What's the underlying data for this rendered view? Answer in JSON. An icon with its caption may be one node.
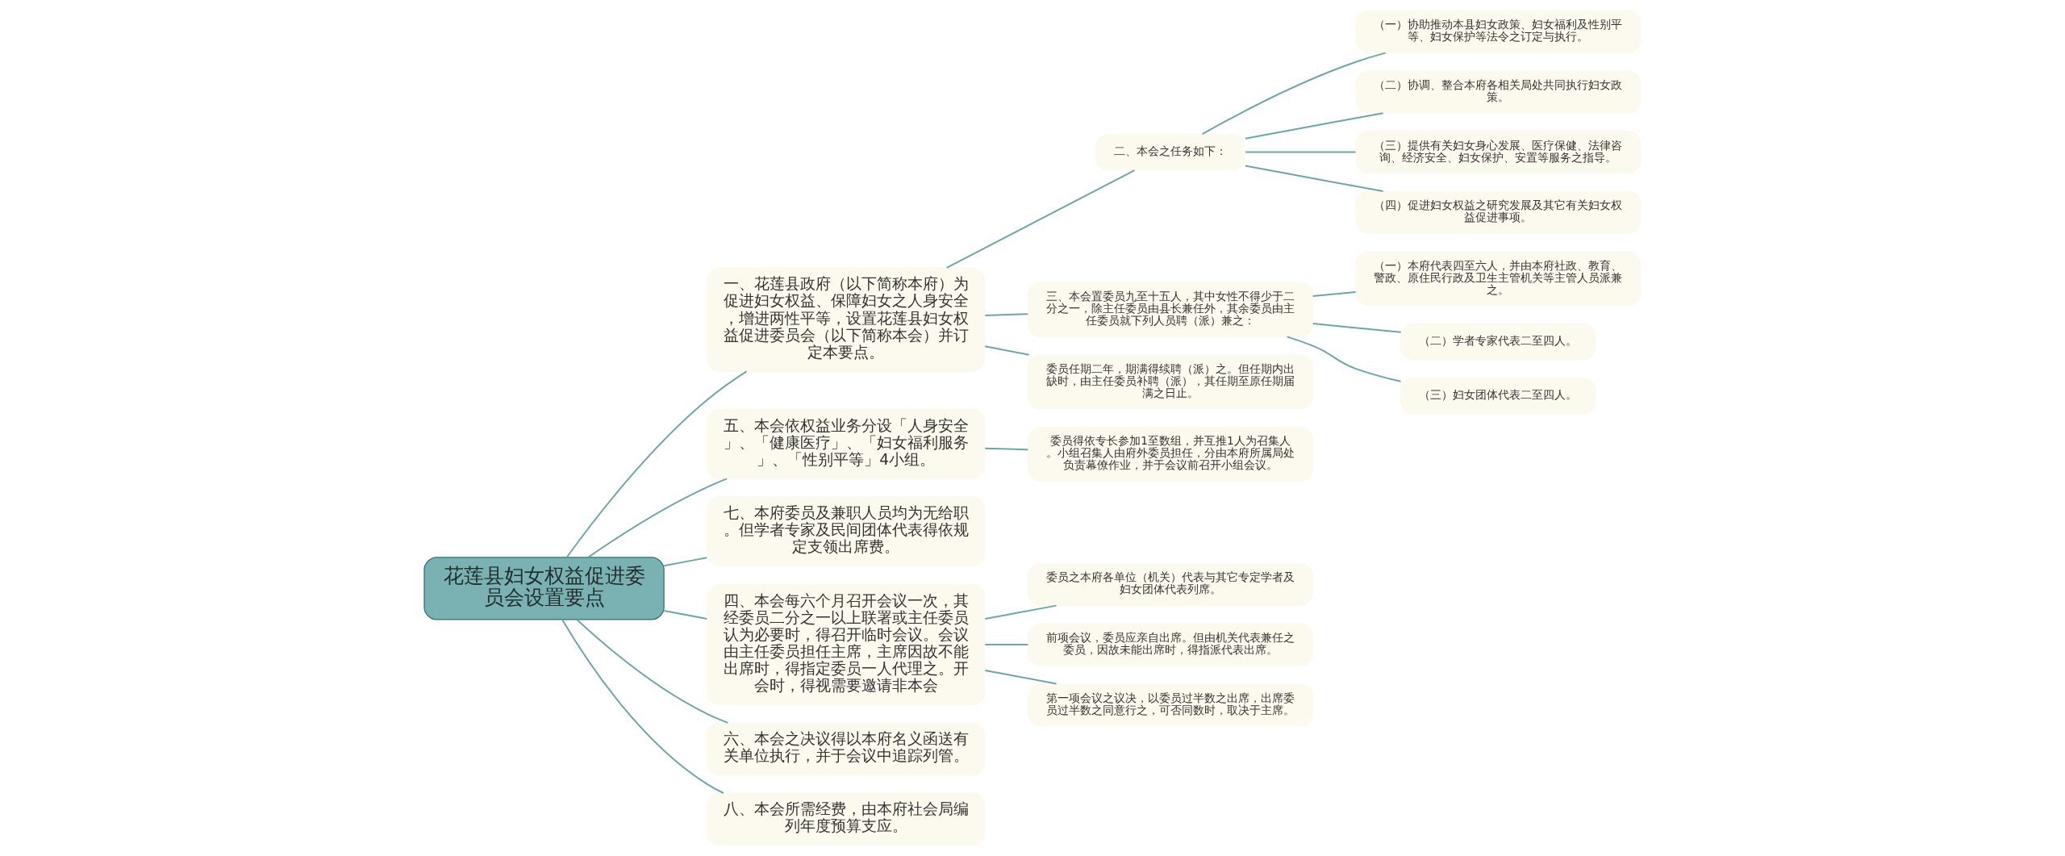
{
  "diagram": {
    "nodes": [
      {
        "text": [
          "花莲县妇女权益促进委员会设置要点"
        ]
      },
      {
        "text": [
          "一、花莲县政府（以下简称本府）为促进妇女权益、保障妇女之人身安全，增进两性平等，设置花莲县妇女权益促进委员会（以下简称本会）并订定本要点。"
        ]
      },
      {
        "text": [
          "二、本会之任务如下："
        ]
      },
      {
        "text": [
          "（一）协助推动本县妇女政策、妇女福利及性别平等、妇女保护等法令之订定与执行。"
        ]
      },
      {
        "text": [
          "（二）协调、整合本府各相关局处共同执行妇女政策。"
        ]
      },
      {
        "text": [
          "（三）提供有关妇女身心发展、医疗保健、法律咨询、经济安全、妇女保护、安置等服务之指导。"
        ]
      },
      {
        "text": [
          "（四）促进妇女权益之研究发展及其它有关妇女权益促进事项。"
        ]
      },
      {
        "text": [
          "三、本会置委员九至十五人，其中女性不得少于二分之一，除主任委员由县长兼任外，其余委员由主任委员就下列人员聘（派）兼之："
        ]
      },
      {
        "text": [
          "（一）本府代表四至六人，并由本府社政、教育、警政、原住民行政及卫生主管机关等主管人员派兼之。"
        ]
      },
      {
        "text": [
          "（二）学者专家代表二至四人。"
        ]
      },
      {
        "text": [
          "（三）妇女团体代表二至四人。"
        ]
      },
      {
        "text": [
          "委员任期二年，期满得续聘（派）之。但任期内出缺时，由主任委员补聘（派），其任期至原任期届满之日止。"
        ]
      },
      {
        "text": [
          "五、本会依权益业务分设「人身安全」、「健康医疗」、「妇女福利服务」、「性别平等」4小组。"
        ]
      },
      {
        "text": [
          "委员得依专长参加1至数组，并互推1人为召集人。小组召集人由府外委员担任，分由本府所属局处负责幕僚作业，并于会议前召开小组会议。"
        ]
      },
      {
        "text": [
          "七、本府委员及兼职人员均为无给职。但学者专家及民间团体代表得依规定支领出席费。"
        ]
      },
      {
        "text": [
          "四、本会每六个月召开会议一次，其经委员二分之一以上联署或主任委员认为必要时，得召开临时会议。会议由主任委员担任主席，主席因故不能出席时，得指定委员一人代理之。开会时，得视需要邀请非本会"
        ]
      },
      {
        "text": [
          "委员之本府各单位（机关）代表与其它专定学者及妇女团体代表列席。"
        ]
      },
      {
        "text": [
          "前项会议，委员应亲自出席。但由机关代表兼任之委员，因故未能出席时，得指派代表出席。"
        ]
      },
      {
        "text": [
          "第一项会议之议决，以委员过半数之出席，出席委员过半数之同意行之，可否同数时，取决于主席。"
        ]
      },
      {
        "text": [
          "六、本会之决议得以本府名义函送有关单位执行，并于会议中追踪列管。"
        ]
      },
      {
        "text": [
          "八、本会所需经费，由本府社会局编列年度预算支应。"
        ]
      }
    ],
    "edges": [
      {
        "from": 0,
        "to": 1,
        "arrow": "none"
      },
      {
        "from": 1,
        "to": 2,
        "arrow": "none"
      },
      {
        "from": 2,
        "to": 3,
        "arrow": "none"
      },
      {
        "from": 2,
        "to": 4,
        "arrow": "none"
      },
      {
        "from": 2,
        "to": 5,
        "arrow": "none"
      },
      {
        "from": 2,
        "to": 6,
        "arrow": "none"
      },
      {
        "from": 1,
        "to": 7,
        "arrow": "none"
      },
      {
        "from": 7,
        "to": 8,
        "arrow": "none"
      },
      {
        "from": 7,
        "to": 9,
        "arrow": "none"
      },
      {
        "from": 7,
        "to": 10,
        "arrow": "none"
      },
      {
        "from": 1,
        "to": 11,
        "arrow": "none"
      },
      {
        "from": 0,
        "to": 12,
        "arrow": "none"
      },
      {
        "from": 12,
        "to": 13,
        "arrow": "none"
      },
      {
        "from": 0,
        "to": 14,
        "arrow": "none"
      },
      {
        "from": 0,
        "to": 15,
        "arrow": "none"
      },
      {
        "from": 15,
        "to": 16,
        "arrow": "none"
      },
      {
        "from": 15,
        "to": 17,
        "arrow": "none"
      },
      {
        "from": 15,
        "to": 18,
        "arrow": "none"
      },
      {
        "from": 0,
        "to": 19,
        "arrow": "none"
      },
      {
        "from": 0,
        "to": 20,
        "arrow": "none"
      }
    ]
  }
}
